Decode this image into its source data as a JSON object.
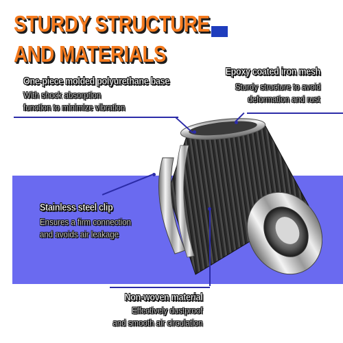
{
  "title": {
    "line1": "STURDY STRUCTURE",
    "line2": "AND MATERIALS"
  },
  "features": {
    "base": {
      "heading": "One-piece molded polyurethane base",
      "line1": "With shock absorption",
      "line2": "function to minimize vibration"
    },
    "mesh": {
      "heading": "Epoxy coated iron mesh",
      "line1": "Sturdy structure to avoid",
      "line2": "deformation and rust"
    },
    "clip": {
      "heading": "Stainless steel clip",
      "line1": "Ensures a firm connection",
      "line2": "and avoids air leakage"
    },
    "material": {
      "heading": "Non-woven material",
      "line1": "Effectively dustproof",
      "line2": "and smooth air circulation"
    }
  },
  "colors": {
    "title_orange": "#f47a1e",
    "band_purple": "#6a6af0",
    "accent_blue": "#1f3dbd",
    "callout_line": "#2b2ba8"
  },
  "product_image": "cone-air-filter-icon"
}
